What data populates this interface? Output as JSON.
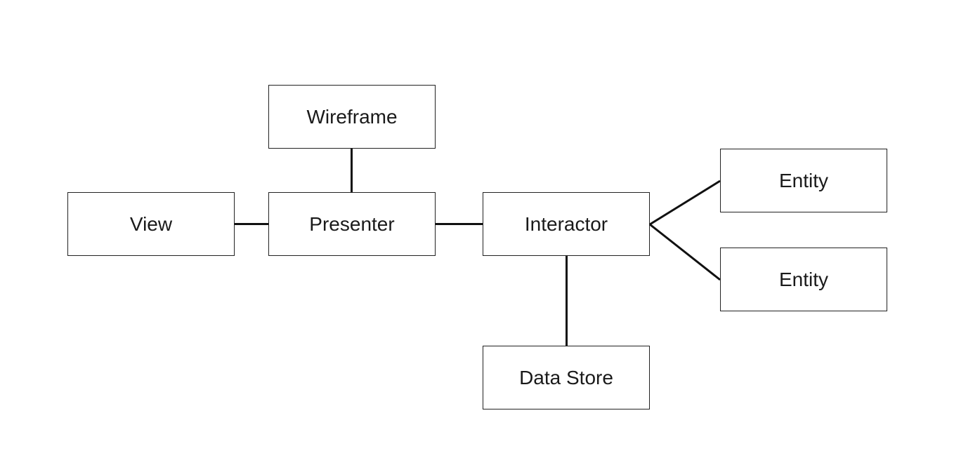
{
  "diagram": {
    "nodes": {
      "wireframe": "Wireframe",
      "view": "View",
      "presenter": "Presenter",
      "interactor": "Interactor",
      "entity_1": "Entity",
      "entity_2": "Entity",
      "data_store": "Data Store"
    },
    "edges": [
      {
        "from": "wireframe",
        "to": "presenter"
      },
      {
        "from": "view",
        "to": "presenter"
      },
      {
        "from": "presenter",
        "to": "interactor"
      },
      {
        "from": "interactor",
        "to": "entity_1"
      },
      {
        "from": "interactor",
        "to": "entity_2"
      },
      {
        "from": "interactor",
        "to": "data_store"
      }
    ],
    "colors": {
      "line": "#111111",
      "border": "#222222",
      "background": "#ffffff"
    }
  }
}
